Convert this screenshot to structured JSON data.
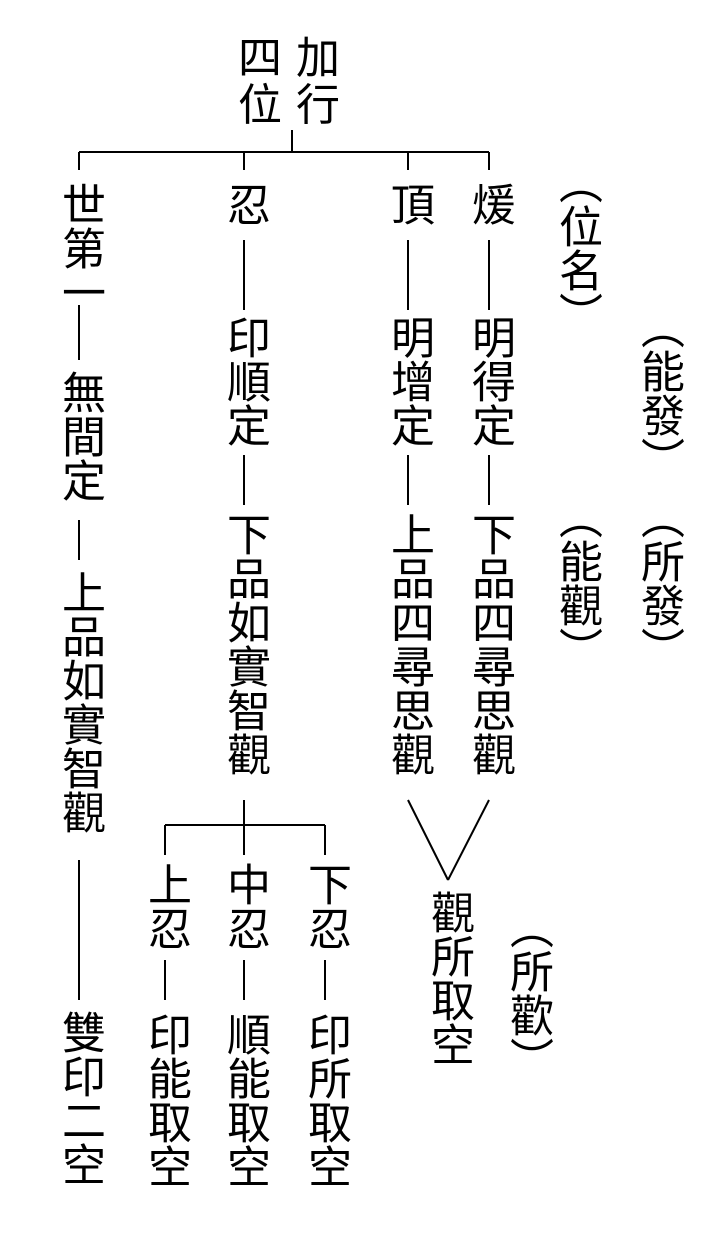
{
  "title": {
    "line1": "四 加",
    "line2": "位 行"
  },
  "labels": {
    "position_name": "（位名）",
    "able_to_arise": "（能發）",
    "able_to_contemplate": "（能觀）",
    "what_arises": "（所發）",
    "what_is_seen": "（所歡）"
  },
  "columns": {
    "world_first": [
      "世第一",
      "無間定",
      "上品如實智觀",
      "雙印二空"
    ],
    "forbearance": [
      "忍",
      "印順定",
      "下品如實智觀"
    ],
    "summit": [
      "頂",
      "明增定",
      "上品四尋思觀"
    ],
    "heat": [
      "煖",
      "明得定",
      "下品四尋思觀"
    ]
  },
  "sub_columns": {
    "upper": [
      "上忍",
      "印能取空"
    ],
    "middle": [
      "中忍",
      "順能取空"
    ],
    "lower": [
      "下忍",
      "印所取空"
    ]
  },
  "merge": "觀所取空"
}
